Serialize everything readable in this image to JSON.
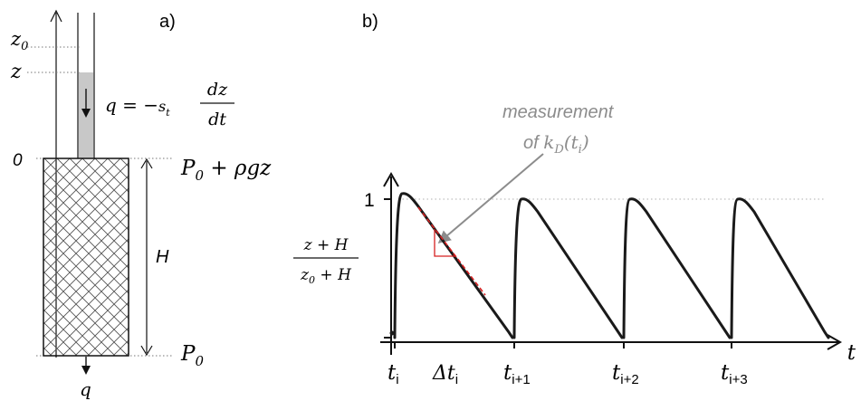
{
  "panel_a": {
    "label": "a)",
    "z0_label": "z",
    "z0_sub": "0",
    "z_label": "z",
    "zero_label": "0",
    "flow_eq_lhs": "q = −",
    "flow_eq_s": "s",
    "flow_eq_s_sub": "t",
    "flow_eq_num": "dz",
    "flow_eq_den": "dt",
    "top_pressure": "P",
    "top_pressure_sub": "0",
    "top_pressure_rest": " + ρgz",
    "height_label": "H",
    "bottom_pressure": "P",
    "bottom_pressure_sub": "0",
    "outflow_label": "q"
  },
  "panel_b": {
    "label": "b)",
    "annotation_line1": "measurement",
    "annotation_line2_prefix": "of ",
    "annotation_k": "k",
    "annotation_k_sub": "D",
    "annotation_arg": "(t",
    "annotation_arg_sub": "i",
    "annotation_close": ")",
    "y_tick_top": "1",
    "y_label_num": "z + H",
    "y_label_den_main": "z",
    "y_label_den_sub": "0",
    "y_label_den_rest": " + H",
    "x_axis_label": "t",
    "ticks": [
      {
        "main": "t",
        "sub": "i"
      },
      {
        "main": "Δt",
        "sub": "i"
      },
      {
        "main": "t",
        "sub": "i+1"
      },
      {
        "main": "t",
        "sub": "i+2"
      },
      {
        "main": "t",
        "sub": "i+3"
      }
    ],
    "colors": {
      "curve": "#1a1a1a",
      "fit_line": "#d62020",
      "slope_triangle": "#d62020",
      "annotation": "#8c8c8c",
      "dotted_ref": "#bfbfbf"
    }
  }
}
